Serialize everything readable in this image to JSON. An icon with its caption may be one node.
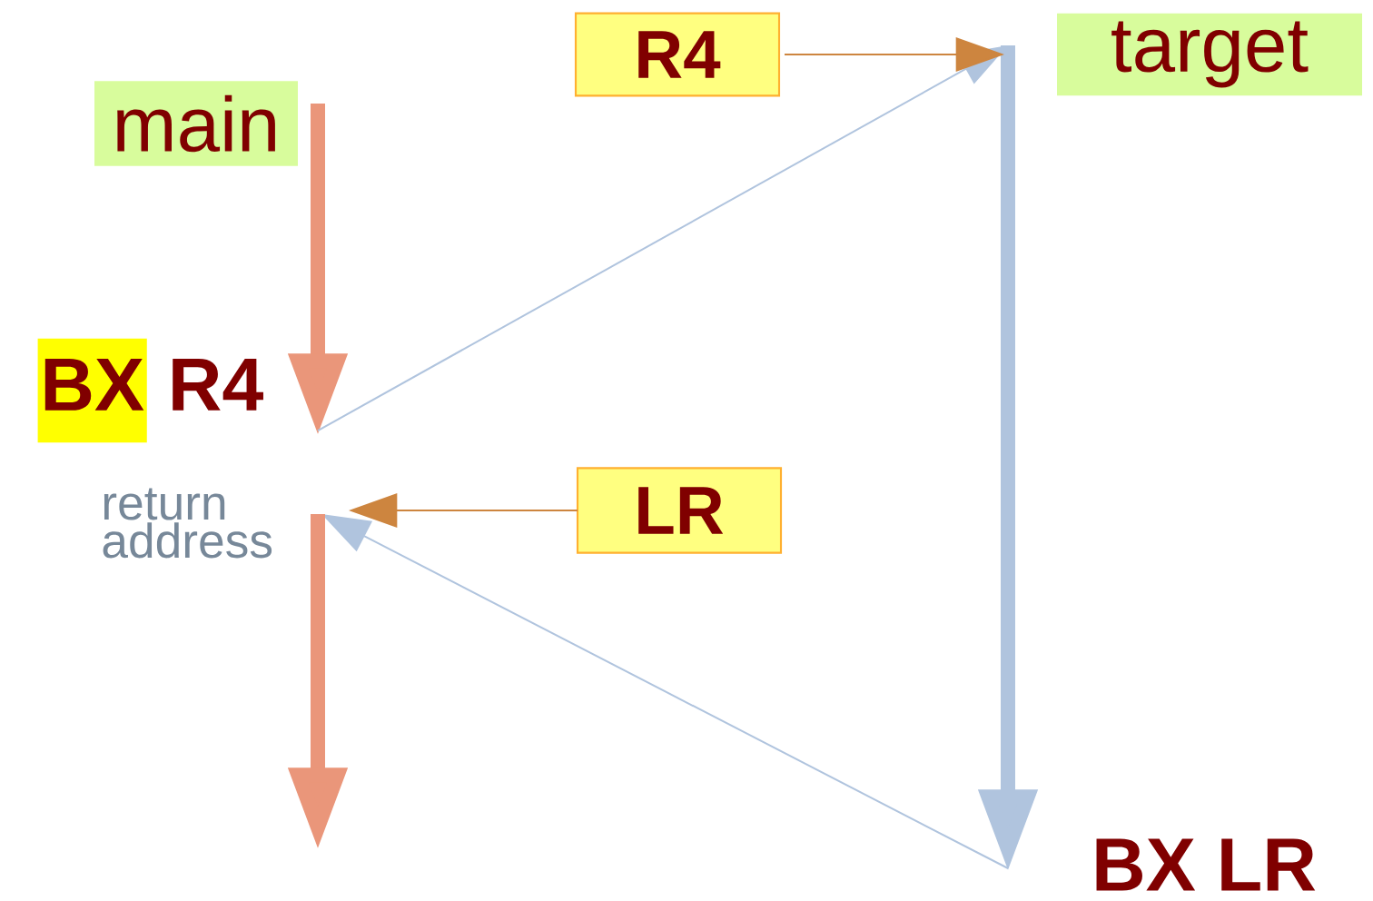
{
  "diagram": {
    "nodes": [
      {
        "text": [
          "main"
        ]
      },
      {
        "text": [
          "target"
        ]
      },
      {
        "text": [
          "R4"
        ]
      },
      {
        "text": [
          "LR"
        ]
      },
      {
        "text": [
          "BX",
          "R4"
        ]
      },
      {
        "text": [
          "return address"
        ]
      },
      {
        "text": [
          "BX LR"
        ]
      }
    ],
    "edges": [
      {
        "from": 0,
        "to": 4,
        "arrow": "to",
        "style": "thick",
        "color": "#ea967a"
      },
      {
        "from": 4,
        "to": 1,
        "arrow": "to",
        "color": "#b0c4de"
      },
      {
        "from": 1,
        "to": 6,
        "arrow": "to",
        "style": "thick",
        "color": "#b0c4de"
      },
      {
        "from": 6,
        "to": 5,
        "arrow": "to",
        "color": "#b0c4de"
      },
      {
        "from": 2,
        "to": 1,
        "arrow": "to",
        "color": "#cd853f"
      },
      {
        "from": 3,
        "to": 5,
        "arrow": "to",
        "color": "#cd853f"
      },
      {
        "from": 5,
        "to": null,
        "arrow": "to",
        "style": "thick",
        "color": "#ea967a"
      }
    ]
  }
}
